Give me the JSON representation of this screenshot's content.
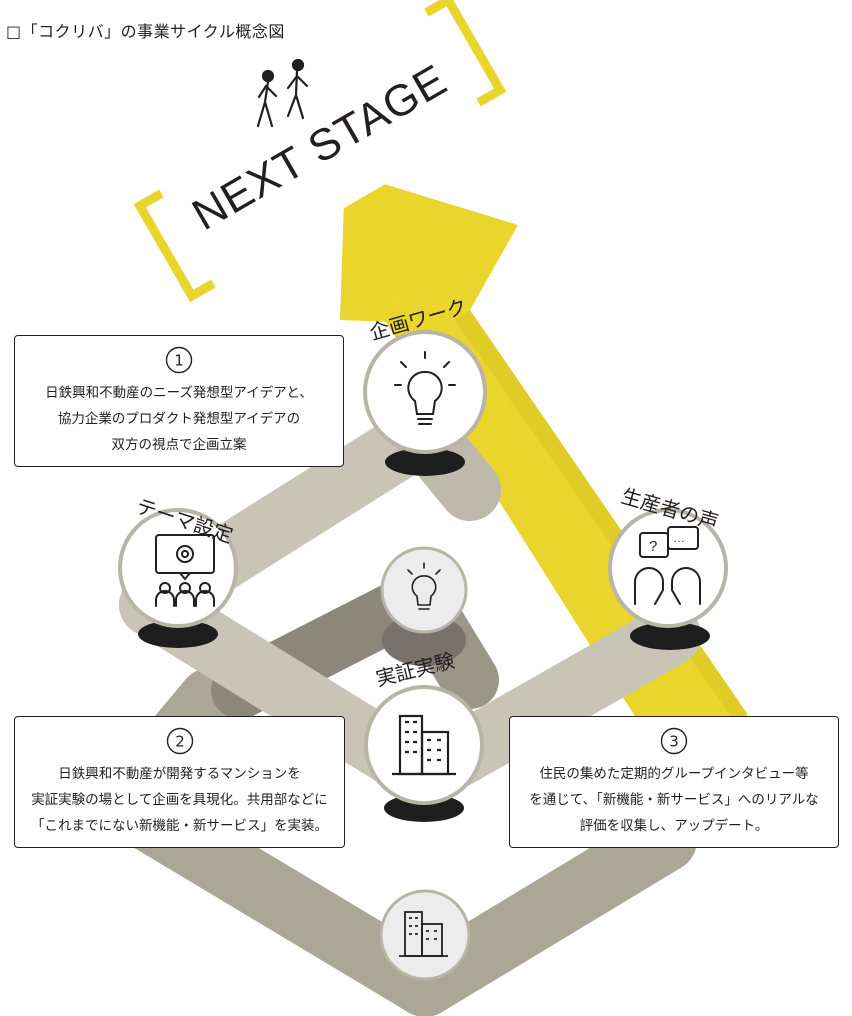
{
  "title": "□「コクリバ」の事業サイクル概念図",
  "banner": {
    "text": "NEXT STAGE",
    "icon": "walking-people-icon"
  },
  "nodes": [
    {
      "id": "kikaku",
      "label": "企画ワーク",
      "icon": "lightbulb-icon"
    },
    {
      "id": "theme",
      "label": "テーマ設定",
      "icon": "gear-speech-group-icon"
    },
    {
      "id": "voice",
      "label": "生産者の声",
      "icon": "people-conversation-icon"
    },
    {
      "id": "jissho",
      "label": "実証実験",
      "icon": "building-icon"
    },
    {
      "id": "inner",
      "label": "",
      "icon": "lightbulb-icon"
    },
    {
      "id": "bottom",
      "label": "",
      "icon": "building-icon"
    }
  ],
  "boxes": [
    {
      "number": "1",
      "lines": [
        "日鉄興和不動産のニーズ発想型アイデアと、",
        "協力企業のプロダクト発想型アイデアの",
        "双方の視点で企画立案"
      ]
    },
    {
      "number": "2",
      "lines": [
        "日鉄興和不動産が開発するマンションを",
        "実証実験の場として企画を具現化。共用部などに",
        "「これまでにない新機能・新サービス」を実装。"
      ]
    },
    {
      "number": "3",
      "lines": [
        "住民の集めた定期的グループインタビュー等",
        "を通じて、「新機能・新サービス」へのリアルな",
        "評価を収集し、アップデート。"
      ]
    }
  ],
  "colors": {
    "accent_yellow": "#e9d52c",
    "track": "#c9c6b8",
    "track_dark": "#a29d90",
    "ring": "#b8b4a6",
    "ink": "#231f20"
  }
}
